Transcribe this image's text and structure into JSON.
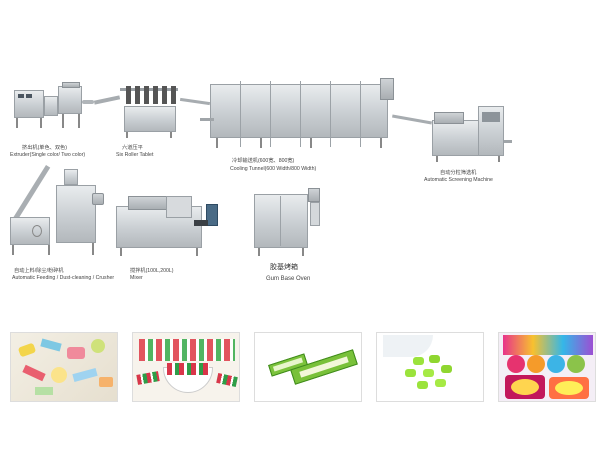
{
  "machines": {
    "extruder": {
      "label_cn": "挤出机(单色、双色)",
      "label_en": "Extruder(Single color/ Two color)"
    },
    "six_roller": {
      "label_cn": "六道压平",
      "label_en": "Six Roller Tablet"
    },
    "cooling_tunnel": {
      "label_cn": "冷却输送机(600宽、800宽)",
      "label_en": "Cooling Tunnel(600 Width/800 Width)"
    },
    "screening": {
      "label_cn": "自动分粒筛选机",
      "label_en": "Automatic Screening Machine"
    },
    "crusher": {
      "label_cn": "自动上料/除尘/粉碎机",
      "label_en": "Automatic Feeding / Dust-cleaning / Crusher"
    },
    "mixer": {
      "label_cn": "搅拌机(100L,200L)",
      "label_en": "Mixer"
    },
    "oven": {
      "label_cn": "胶基烤箱",
      "label_en": "Gum Base Oven"
    }
  },
  "photos": [
    {
      "name": "gum-pieces-photo"
    },
    {
      "name": "striped-gum-bowl-photo"
    },
    {
      "name": "green-gum-sticks-photo"
    },
    {
      "name": "green-gum-pellets-photo"
    },
    {
      "name": "colorful-candy-display-photo"
    }
  ]
}
